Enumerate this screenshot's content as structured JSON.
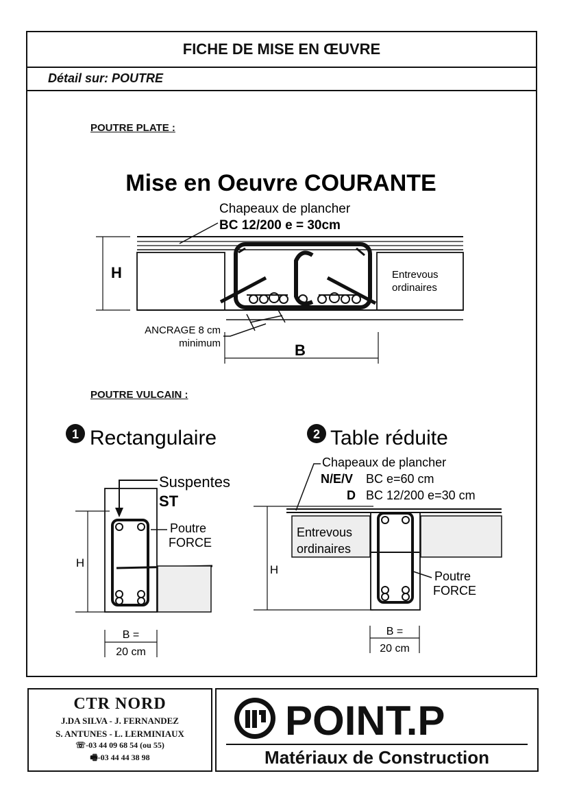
{
  "header": {
    "title": "FICHE DE MISE EN ŒUVRE",
    "detail": "Détail sur: POUTRE"
  },
  "sections": {
    "poutre_plate": "POUTRE PLATE :",
    "poutre_vulcain": "POUTRE VULCAIN :"
  },
  "courante": {
    "title": "Mise en Oeuvre COURANTE",
    "chapeaux_line1": "Chapeaux de plancher",
    "chapeaux_line2": "BC 12/200 e = 30cm",
    "h_label": "H",
    "entrevous_line1": "Entrevous",
    "entrevous_line2": "ordinaires",
    "ancrage_line1": "ANCRAGE 8 cm",
    "ancrage_line2": "minimum",
    "b_label": "B"
  },
  "rectangulaire": {
    "number": "1",
    "title": "Rectangulaire",
    "suspentes": "Suspentes",
    "st": "ST",
    "poutre_line1": "Poutre",
    "poutre_line2": "FORCE",
    "h_label": "H",
    "b_line1": "B =",
    "b_line2": "20 cm"
  },
  "table_reduite": {
    "number": "2",
    "title": "Table réduite",
    "chapeaux": "Chapeaux de plancher",
    "nev_code": "N/E/V",
    "nev_value": "BC e=60 cm",
    "d_code": "D",
    "d_value": "BC 12/200 e=30 cm",
    "entrevous_line1": "Entrevous",
    "entrevous_line2": "ordinaires",
    "poutre_line1": "Poutre",
    "poutre_line2": "FORCE",
    "h_label": "H",
    "b_line1": "B =",
    "b_line2": "20 cm"
  },
  "footer": {
    "company": "CTR NORD",
    "names_line1": "J.DA SILVA - J. FERNANDEZ",
    "names_line2": "S. ANTUNES - L. LERMINIAUX",
    "phone": "☏-03 44 09 68 54 (ou 55)",
    "fax": "🖷-03 44 44 38 98",
    "brand": "POINT.P",
    "tagline": "Matériaux de Construction"
  }
}
